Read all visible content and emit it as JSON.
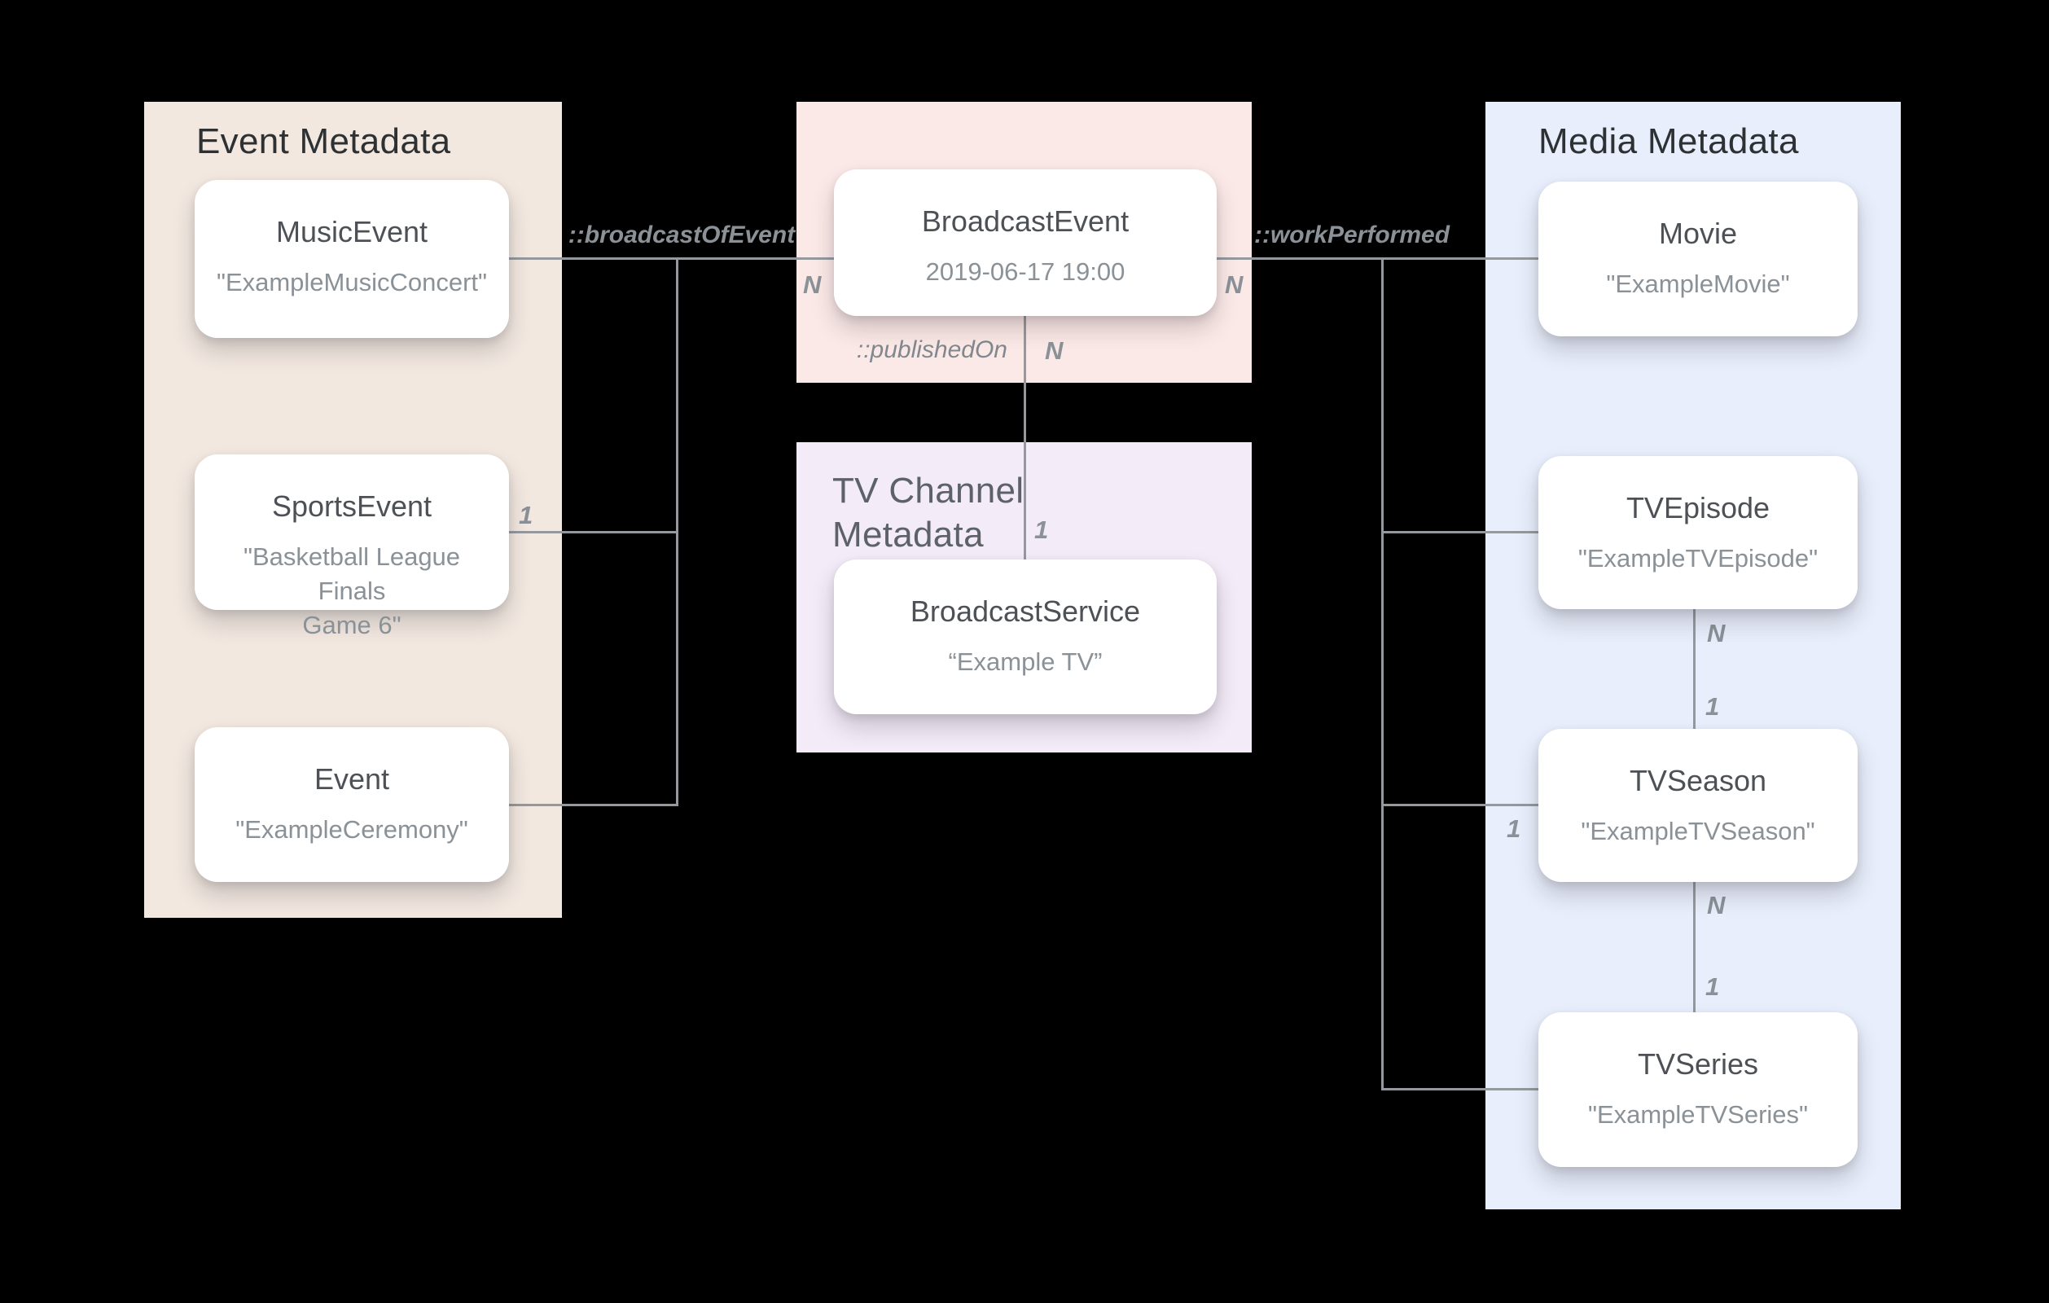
{
  "canvas": {
    "background": "#000000",
    "line_color": "#95999D"
  },
  "panels": {
    "event": {
      "title": "Event Metadata",
      "color": "#F2E8E0"
    },
    "broadcast": {
      "color": "#FBE9E7"
    },
    "tvchannel": {
      "title": "TV Channel Metadata",
      "color": "#F3EBF7"
    },
    "media": {
      "title": "Media Metadata",
      "color": "#E8EEFB"
    }
  },
  "nodes": {
    "musicEvent": {
      "title": "MusicEvent",
      "value": "\"ExampleMusicConcert\""
    },
    "sportsEvent": {
      "title": "SportsEvent",
      "value": "\"Basketball League Finals\nGame 6\""
    },
    "event": {
      "title": "Event",
      "value": "\"ExampleCeremony\""
    },
    "broadcastEvent": {
      "title": "BroadcastEvent",
      "value": "2019-06-17 19:00"
    },
    "broadcastService": {
      "title": "BroadcastService",
      "value": "“Example TV”"
    },
    "movie": {
      "title": "Movie",
      "value": "\"ExampleMovie\""
    },
    "tvEpisode": {
      "title": "TVEpisode",
      "value": "\"ExampleTVEpisode\""
    },
    "tvSeason": {
      "title": "TVSeason",
      "value": "\"ExampleTVSeason\""
    },
    "tvSeries": {
      "title": "TVSeries",
      "value": "\"ExampleTVSeries\""
    }
  },
  "edges": {
    "broadcastOfEvent": {
      "label": "::broadcastOfEvent",
      "n": "N"
    },
    "workPerformed": {
      "label": "::workPerformed",
      "n": "N"
    },
    "publishedOn": {
      "label": "::publishedOn",
      "n": "N",
      "one": "1"
    },
    "sportsEvent": {
      "one": "1"
    },
    "episodeSeason": {
      "n": "N",
      "one": "1"
    },
    "seasonSeries": {
      "n": "N",
      "one": "1"
    },
    "seasonBus": {
      "one": "1"
    }
  },
  "styles": {
    "section_title_color": "#2E3134",
    "tv_title_color": "#5C6267",
    "node_title_color": "#4D5156",
    "node_value_color": "#8A9197",
    "label_color": "#8B9196"
  }
}
